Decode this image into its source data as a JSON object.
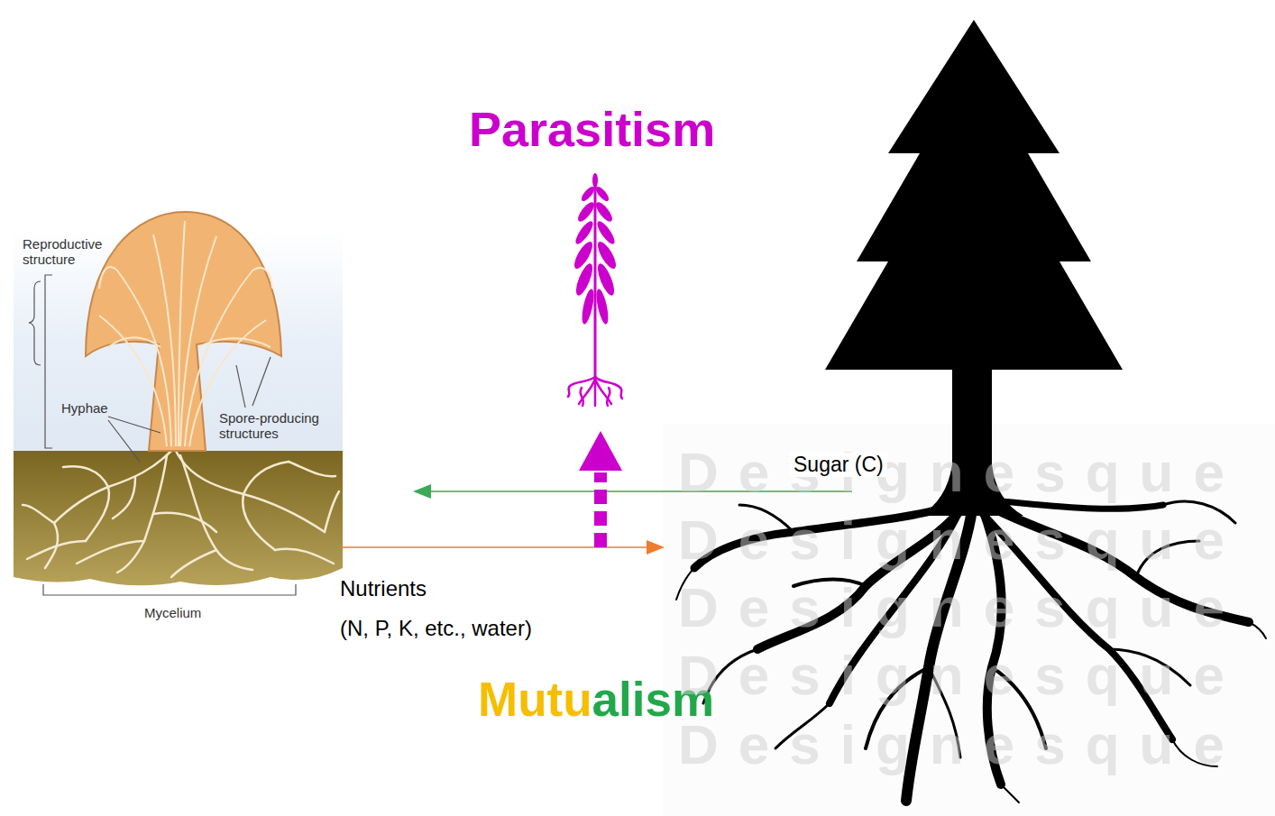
{
  "diagram": {
    "labels": [
      "Parasitism",
      "Reproductive structure",
      "Hyphae",
      "Spore-producing structures",
      "Mycelium",
      "Sugar (C)",
      "Nutrients (N, P, K, etc., water)",
      "Mutualism",
      "Designesque",
      "Designesque",
      "Designesque",
      "Designesque",
      "Designesque"
    ]
  }
}
